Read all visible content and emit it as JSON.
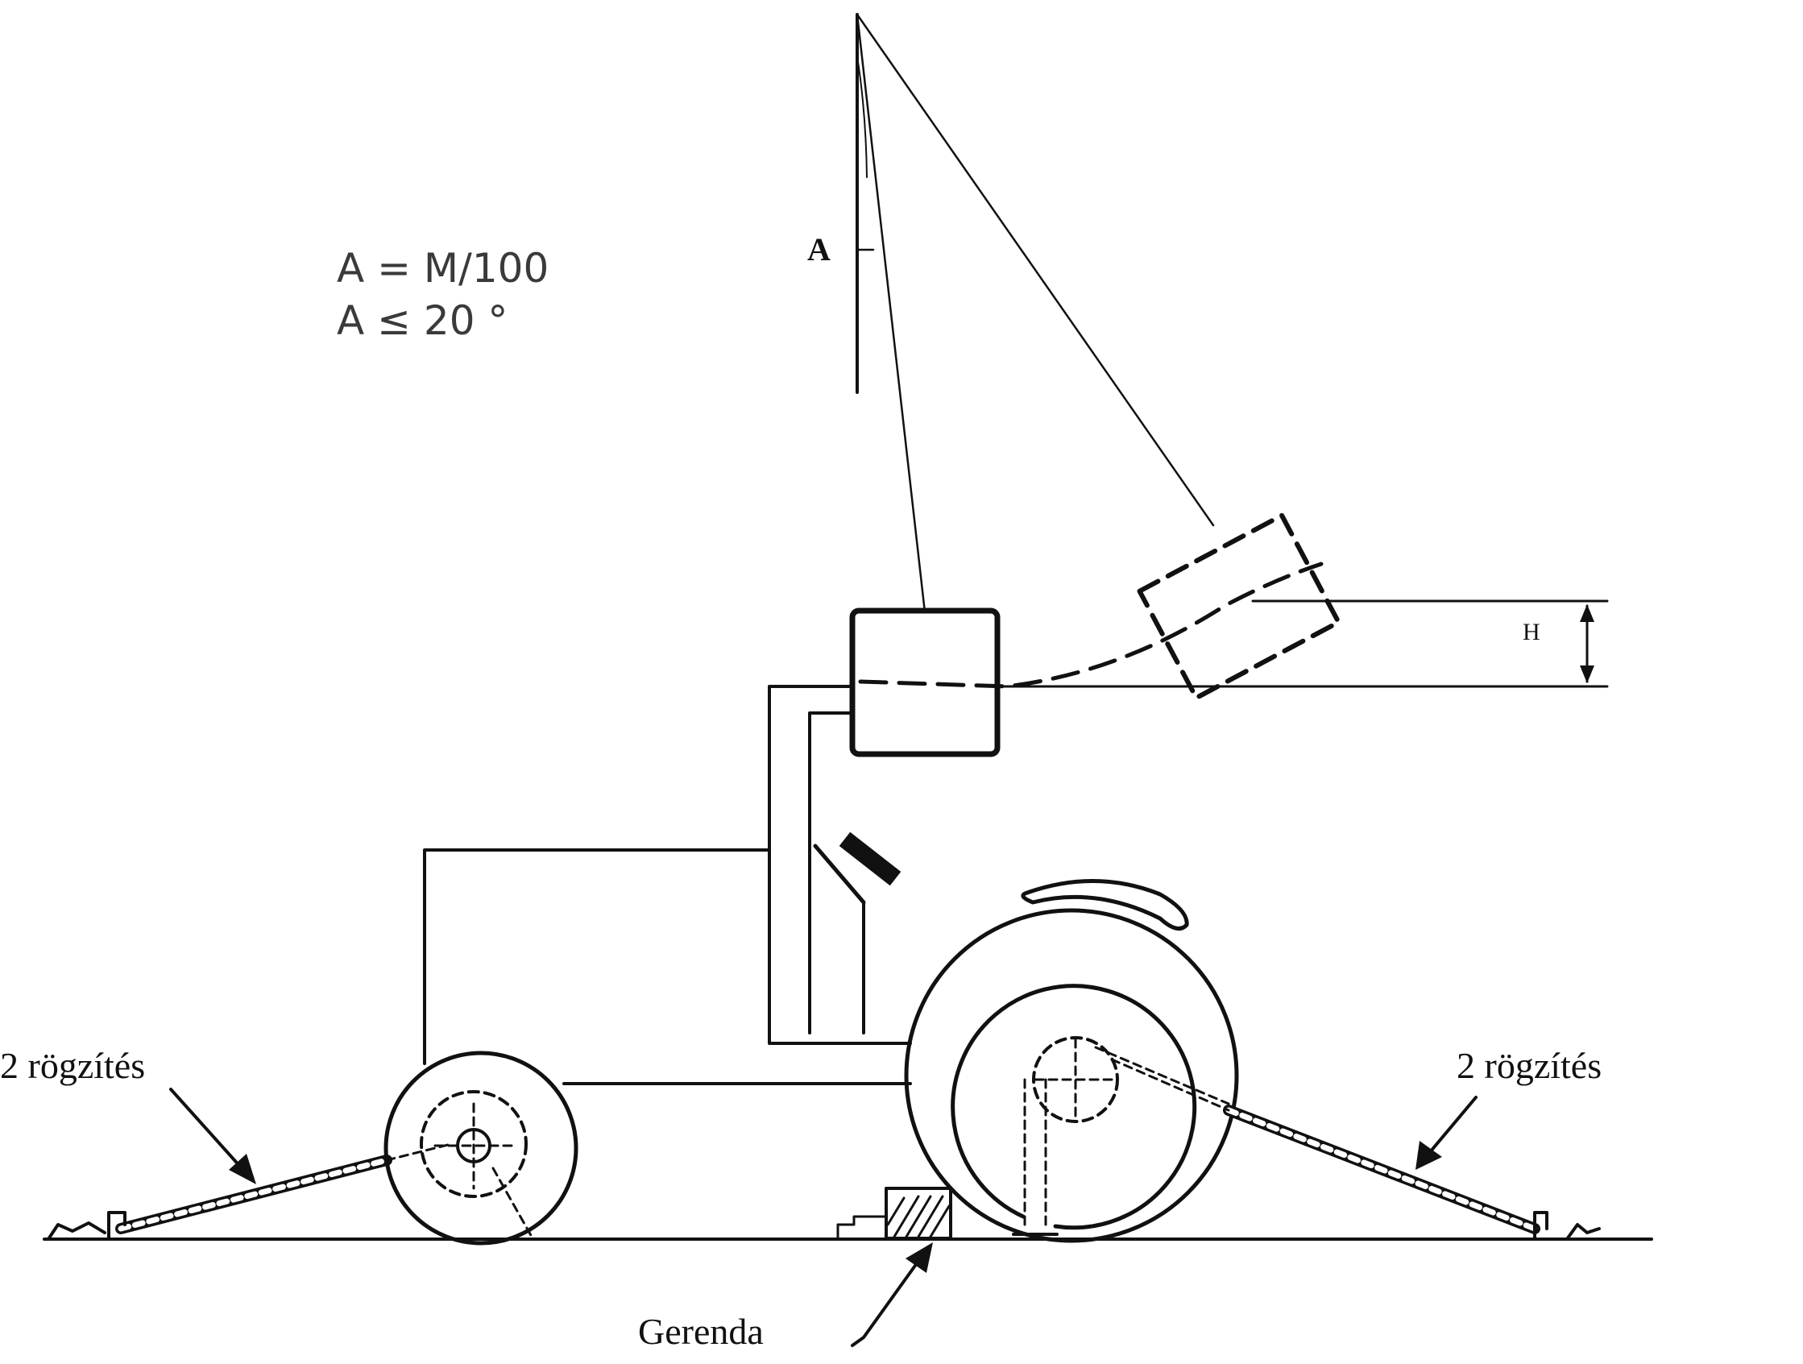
{
  "formula": {
    "line1": "A = M/100",
    "line2": "A ≤ 20 °"
  },
  "labels": {
    "angle": "A",
    "height": "H",
    "left_lashing": "2 rögzítés",
    "right_lashing": "2 rögzítés",
    "beam": "Gerenda"
  },
  "colors": {
    "ink": "#111111",
    "formula_text": "#3a3a3a",
    "background": "#ffffff"
  }
}
